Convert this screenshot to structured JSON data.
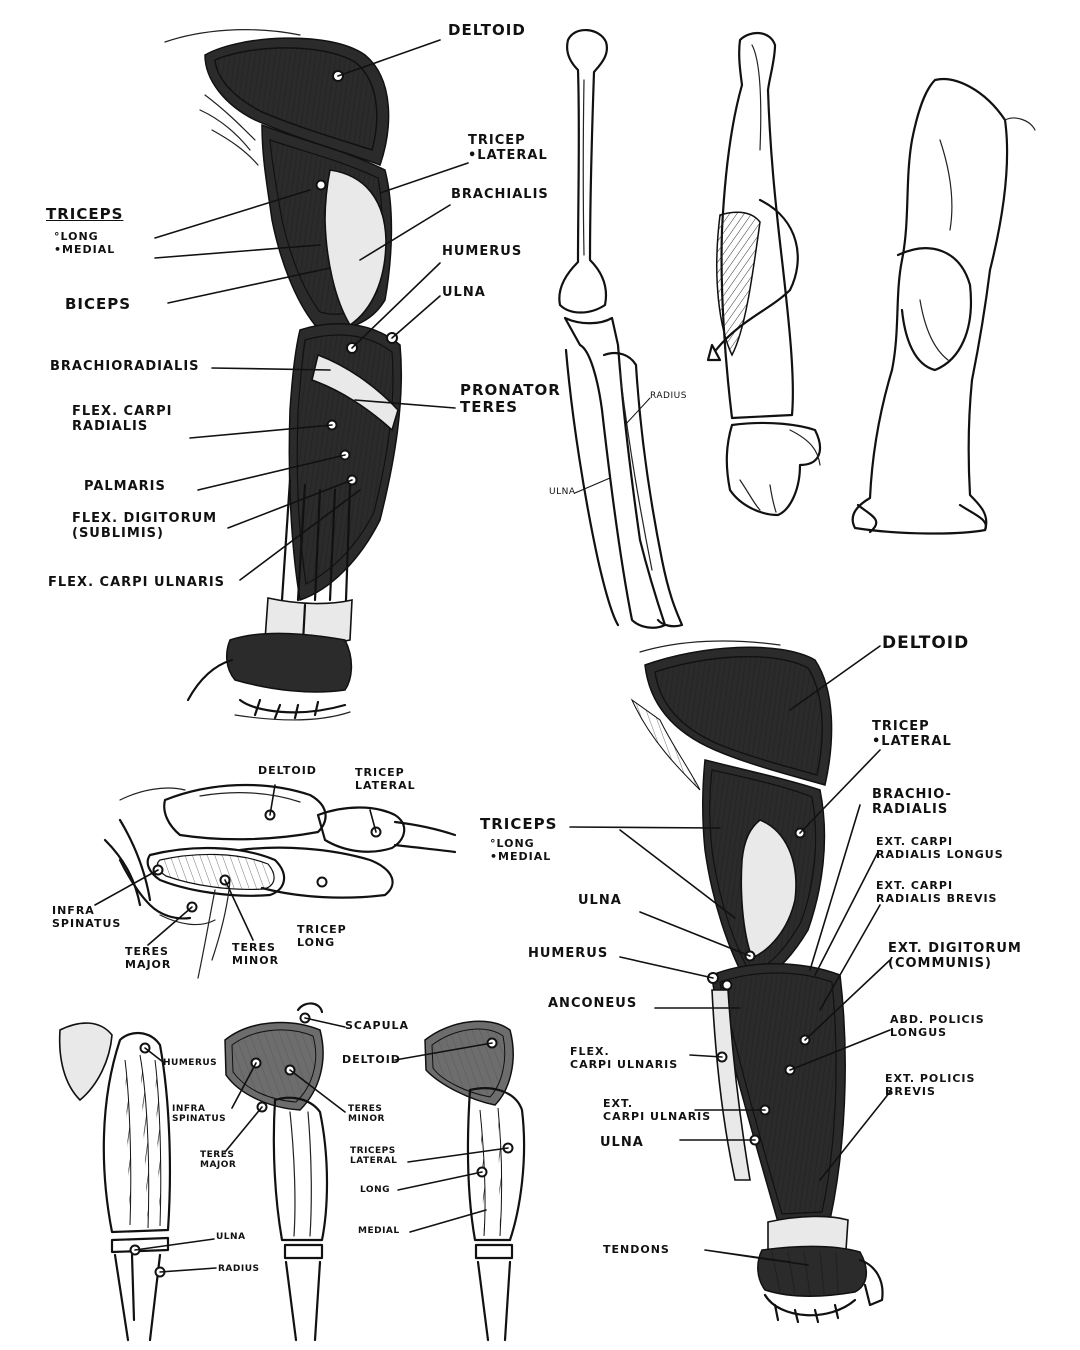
{
  "labels": {
    "p1": {
      "deltoid": "DELTOID",
      "tricep_lateral": "TRICEP\n•LATERAL",
      "triceps": "TRICEPS",
      "triceps_parts": "°LONG\n•MEDIAL",
      "brachialis": "BRACHIALIS",
      "humerus": "HUMERUS",
      "ulna": "ULNA",
      "biceps": "BICEPS",
      "brachioradialis": "BRACHIORADIALIS",
      "pronator_teres": "PRONATOR\nTERES",
      "flex_carpi_radialis": "FLEX. CARPI\nRADIALIS",
      "palmaris": "PALMARIS",
      "flex_digitorum": "FLEX. DIGITORUM\n(SUBLIMIS)",
      "flex_carpi_ulnaris": "FLEX. CARPI ULNARIS"
    },
    "bones": {
      "radius": "RADIUS",
      "ulna": "ULNA"
    },
    "p2": {
      "deltoid": "DELTOID",
      "tricep_lateral": "TRICEP\nLATERAL",
      "infra_spinatus": "INFRA\nSPINATUS",
      "teres_major": "TERES\nMAJOR",
      "teres_minor": "TERES\nMINOR",
      "tricep_long": "TRICEP\nLONG"
    },
    "p3": {
      "deltoid": "DELTOID",
      "tricep_lateral": "TRICEP\n•LATERAL",
      "triceps": "TRICEPS",
      "triceps_parts": "°LONG\n•MEDIAL",
      "brachio_radialis": "BRACHIO-\nRADIALIS",
      "ext_carpi_rad_longus": "EXT. CARPI\nRADIALIS LONGUS",
      "ext_carpi_rad_brevis": "EXT. CARPI\nRADIALIS BREVIS",
      "ulna_upper": "ULNA",
      "humerus": "HUMERUS",
      "ext_digitorum": "EXT. DIGITORUM\n(COMMUNIS)",
      "anconeus": "ANCONEUS",
      "abd_policis": "ABD. POLICIS\nLONGUS",
      "flex_carpi_ulnaris": "FLEX.\nCARPI ULNARIS",
      "ext_policis": "EXT. POLICIS\nBREVIS",
      "ext_carpi_ulnaris": "EXT.\nCARPI ULNARIS",
      "ulna_lower": "ULNA",
      "tendons": "TENDONS"
    },
    "p4": {
      "humerus": "HUMERUS",
      "scapula": "SCAPULA",
      "deltoid": "DELTOID",
      "infra_spinatus": "INFRA\nSPINATUS",
      "teres_minor": "TERES\nMINOR",
      "teres_major": "TERES\nMAJOR",
      "triceps_lateral": "TRICEPS\nLATERAL",
      "long": "LONG",
      "medial": "MEDIAL",
      "ulna": "ULNA",
      "radius": "RADIUS"
    }
  }
}
